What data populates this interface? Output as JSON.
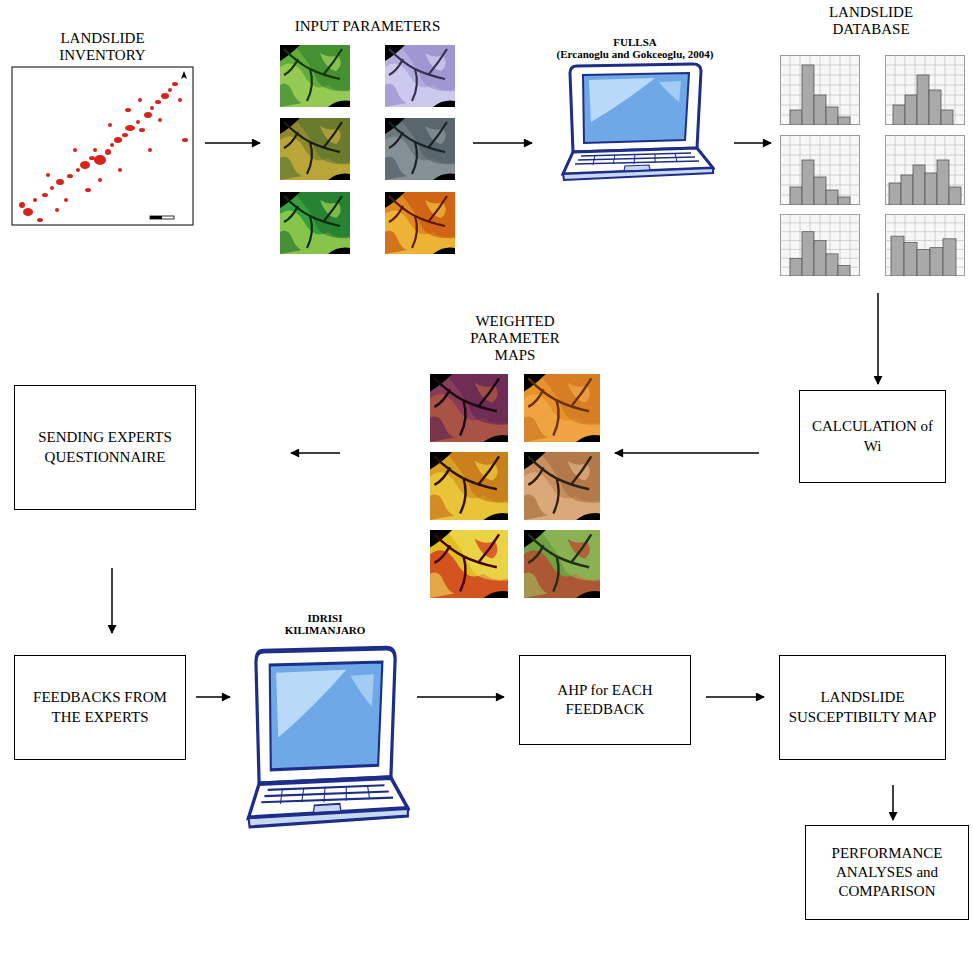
{
  "diagram": {
    "nodes": [
      {
        "text": [
          "LANDSLIDE INVENTORY"
        ]
      },
      {
        "text": [
          "INPUT PARAMETERS"
        ]
      },
      {
        "text": [
          "FULLSA",
          "(Ercanoglu and Gokceoglu, 2004)"
        ]
      },
      {
        "text": [
          "LANDSLIDE DATABASE"
        ]
      },
      {
        "text": [
          "CALCULATION of Wi"
        ]
      },
      {
        "text": [
          "WEIGHTED PARAMETER MAPS"
        ]
      },
      {
        "text": [
          "SENDING EXPERTS QUESTIONNAIRE"
        ]
      },
      {
        "text": [
          "FEEDBACKS FROM THE EXPERTS"
        ]
      },
      {
        "text": [
          "IDRISI KILIMANJARO"
        ]
      },
      {
        "text": [
          "AHP for EACH FEEDBACK"
        ]
      },
      {
        "text": [
          "LANDSLIDE SUSCEPTIBILTY MAP"
        ]
      },
      {
        "text": [
          "PERFORMANCE ANALYSES and COMPARISON"
        ]
      }
    ],
    "edges": [
      {
        "from": 0,
        "to": 1,
        "arrow": "to"
      },
      {
        "from": 1,
        "to": 2,
        "arrow": "to"
      },
      {
        "from": 2,
        "to": 3,
        "arrow": "to"
      },
      {
        "from": 3,
        "to": 4,
        "arrow": "to"
      },
      {
        "from": 4,
        "to": 5,
        "arrow": "to"
      },
      {
        "from": 5,
        "to": 6,
        "arrow": "to"
      },
      {
        "from": 6,
        "to": 7,
        "arrow": "to"
      },
      {
        "from": 7,
        "to": 8,
        "arrow": "to"
      },
      {
        "from": 8,
        "to": 9,
        "arrow": "to"
      },
      {
        "from": 9,
        "to": 10,
        "arrow": "to"
      },
      {
        "from": 10,
        "to": 11,
        "arrow": "to"
      }
    ]
  }
}
